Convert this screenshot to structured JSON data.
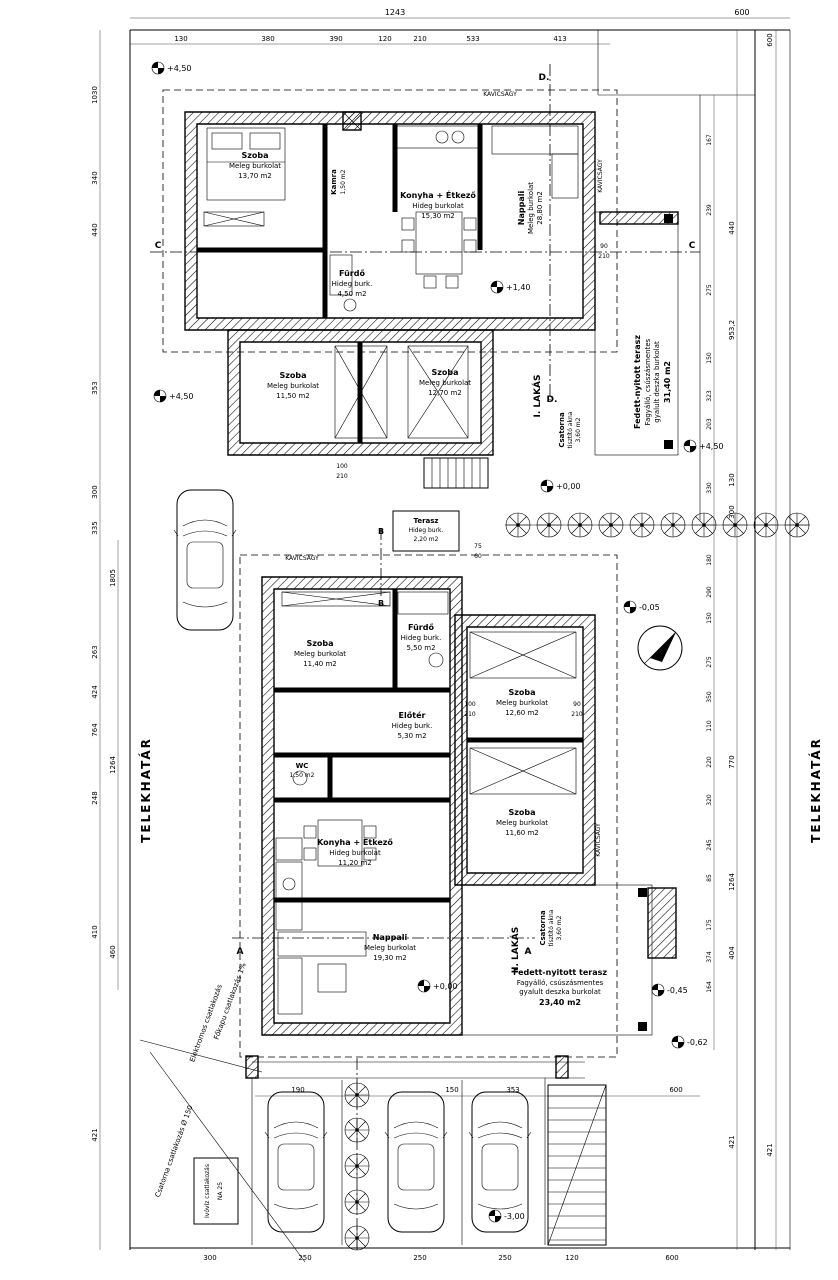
{
  "site": {
    "boundary_left": "TELEKHATÁR",
    "boundary_right": "TELEKHATÁR",
    "gravel": "KAVICSÁGY",
    "utility1": "Főkapu csatlakozás 1%",
    "utility2": "Elektromos csatlakozás",
    "utility3": "Csatorna csatlakozás Ø 150",
    "water_box1": "Ivóvíz csatlakozás",
    "water_box2": "NA 25"
  },
  "units": {
    "u1": "I. LAKÁS",
    "u2": "II. LAKÁS"
  },
  "sections": {
    "a": "A",
    "b": "B",
    "c": "C",
    "d": "D."
  },
  "levels": {
    "l1": "+4,50",
    "l2": "+1,40",
    "l3": "+4,50",
    "l4": "+4,50",
    "l5": "+0,00",
    "l6": "-0,05",
    "l7": "+0,00",
    "l8": "-0,45",
    "l9": "-0,62",
    "l10": "-3,00"
  },
  "u1_rooms": {
    "szoba1": {
      "n": "Szoba",
      "f": "Meleg burkolat",
      "a": "13,70 m2"
    },
    "kamra": {
      "n": "Kamra",
      "a": "1,50 m2"
    },
    "furdo": {
      "n": "Fürdő",
      "f": "Hideg burk.",
      "a": "4,50 m2"
    },
    "konyha": {
      "n": "Konyha + Étkező",
      "f": "Hideg burkolat",
      "a": "15,30 m2"
    },
    "nappali": {
      "n": "Nappali",
      "f": "Meleg burkolat",
      "a": "28,80 m2"
    },
    "szoba2": {
      "n": "Szoba",
      "f": "Meleg burkolat",
      "a": "11,50 m2"
    },
    "szoba3": {
      "n": "Szoba",
      "f": "Meleg burkolat",
      "a": "12,70 m2"
    },
    "terasz_small": {
      "n": "Terasz",
      "f": "Hideg burk.",
      "a": "2,20 m2"
    },
    "terasz": {
      "n": "Fedett-nyitott terasz",
      "f1": "Fagyálló, csúszásmentes",
      "f2": "gyalult deszka burkolat",
      "a": "31,40 m2"
    },
    "akna": {
      "n": "Csatorna",
      "f": "tisztító akna",
      "a": "3,60 m2"
    }
  },
  "u2_rooms": {
    "szoba1": {
      "n": "Szoba",
      "f": "Meleg burkolat",
      "a": "11,40 m2"
    },
    "furdo": {
      "n": "Fürdő",
      "f": "Hideg burk.",
      "a": "5,50 m2"
    },
    "szoba2": {
      "n": "Szoba",
      "f": "Meleg burkolat",
      "a": "12,60 m2"
    },
    "eloter": {
      "n": "Előtér",
      "f": "Hideg burk.",
      "a": "5,30 m2"
    },
    "wc": {
      "n": "WC",
      "a": "1,50 m2"
    },
    "szoba3": {
      "n": "Szoba",
      "f": "Meleg burkolat",
      "a": "11,60 m2"
    },
    "konyha": {
      "n": "Konyha + Étkező",
      "f": "Hideg burkolat",
      "a": "11,20 m2"
    },
    "nappali": {
      "n": "Nappali",
      "f": "Meleg burkolat",
      "a": "19,30 m2"
    },
    "terasz": {
      "n": "Fedett-nyitott terasz",
      "f1": "Fagyálló, csúszásmentes",
      "f2": "gyalult deszka burkolat",
      "a": "23,40 m2"
    },
    "akna": {
      "n": "Csatorna",
      "f": "tisztító akna",
      "a": "3,60 m2"
    }
  },
  "dims": {
    "top1": [
      "1243",
      "600"
    ],
    "top2": [
      "130",
      "380",
      "390",
      "120",
      "210",
      "533",
      "413"
    ],
    "left": [
      "1030",
      "340",
      "440",
      "353",
      "300",
      "335",
      "263",
      "424",
      "764",
      "248",
      "410",
      "421"
    ],
    "left2": [
      "1805",
      "1264",
      "460"
    ],
    "right1": [
      "167",
      "239",
      "275",
      "150",
      "323",
      "203",
      "330",
      "180",
      "290",
      "150",
      "275",
      "350",
      "110",
      "220",
      "320",
      "245",
      "85",
      "175",
      "374",
      "164"
    ],
    "right2": [
      "440",
      "953,2",
      "130",
      "300",
      "770",
      "1264",
      "404",
      "421"
    ],
    "right3": [
      "600",
      "421"
    ],
    "bottom": [
      "300",
      "250",
      "250",
      "250",
      "120",
      "600"
    ],
    "mid": [
      "190",
      "150",
      "353",
      "600"
    ],
    "door": {
      "w100": "100",
      "w90": "90",
      "w75": "75",
      "h210": "210",
      "h60": "60"
    }
  }
}
